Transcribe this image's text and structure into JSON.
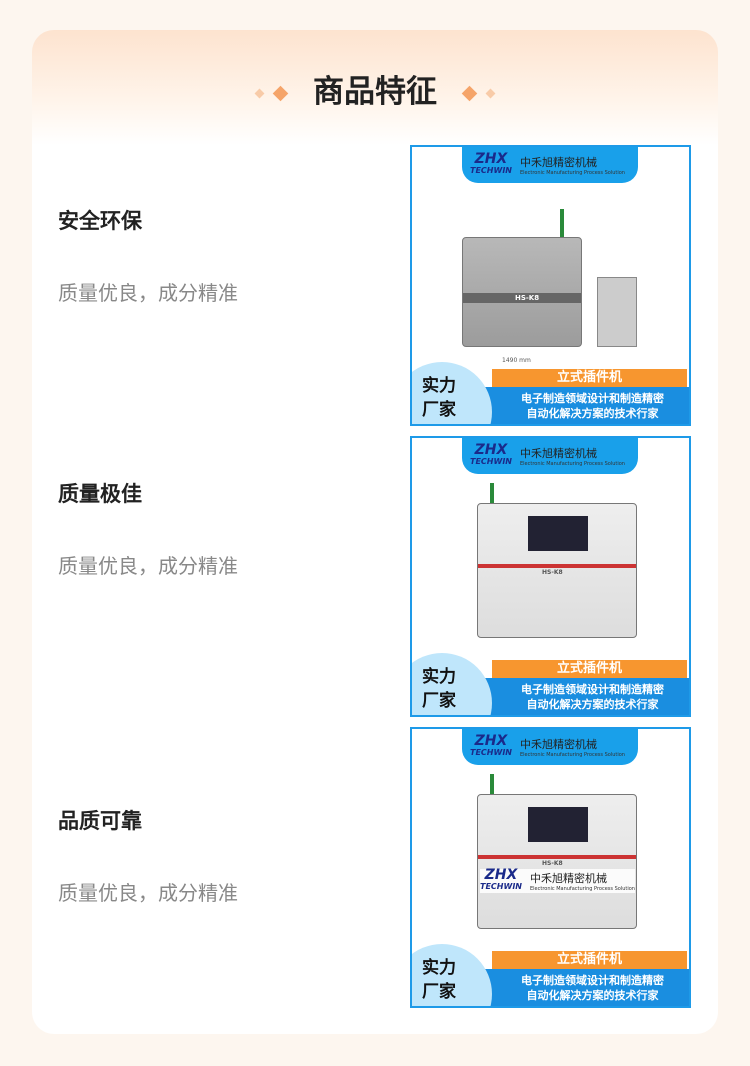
{
  "section_title": "商品特征",
  "features": [
    {
      "title": "安全环保",
      "desc": "质量优良，成分精准"
    },
    {
      "title": "质量极佳",
      "desc": "质量优良，成分精准"
    },
    {
      "title": "品质可靠",
      "desc": "质量优良，成分精准"
    }
  ],
  "product_image": {
    "logo": "ZHX",
    "logo_sub": "TECHWIN",
    "company": "中禾旭精密机械",
    "company_en": "Electronic Manufacturing Process Solution",
    "badge_line1": "实力",
    "badge_line2": "厂家",
    "product": "立式插件机",
    "slogan1": "电子制造领域设计和制造精密",
    "slogan2": "自动化解决方案的技术行家",
    "dimension": "1490 mm",
    "model": "HS-K8"
  }
}
